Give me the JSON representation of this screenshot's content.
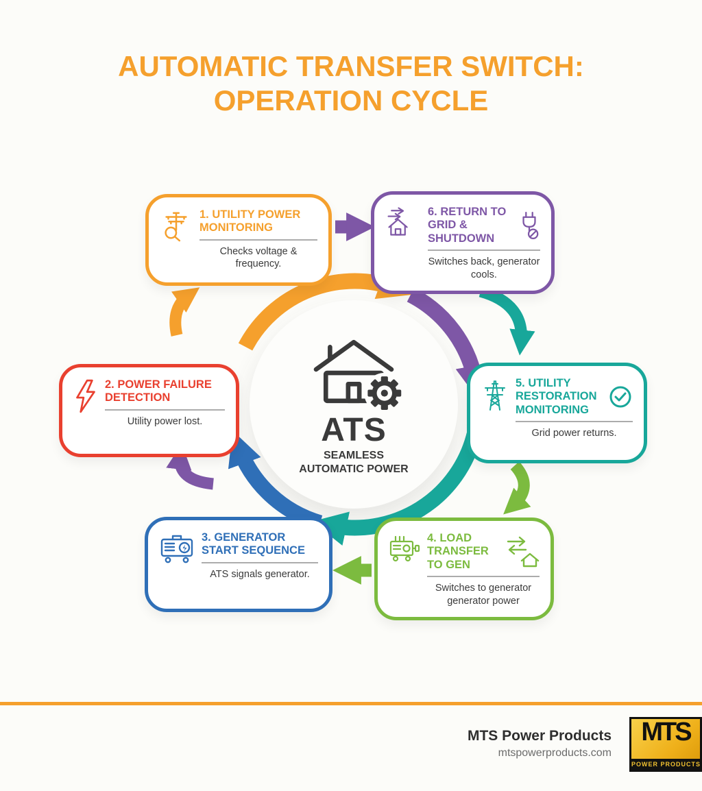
{
  "title": {
    "line1": "AUTOMATIC TRANSFER SWITCH:",
    "line2": "OPERATION CYCLE"
  },
  "center": {
    "abbr": "ATS",
    "tagline1": "SEAMLESS",
    "tagline2": "AUTOMATIC POWER",
    "icon": "house-gear-icon"
  },
  "steps": [
    {
      "title": "1. Utility Power Monitoring",
      "description": "Checks voltage & frequency.",
      "color": "#F5A02D",
      "icon": "utility-pole-magnifier-icon"
    },
    {
      "title": "2. Power Failure Detection",
      "description": "Utility power lost.",
      "color": "#E9402F",
      "icon": "lightning-bolt-icon"
    },
    {
      "title": "3. Generator Start Sequence",
      "description": "ATS signals generator.",
      "color": "#2F6FB7",
      "icon": "generator-icon"
    },
    {
      "title": "4. Load Transfer to Gen",
      "description": "Switches to generator generator power",
      "color": "#7CBB3F",
      "icon": "generator-plug-icon",
      "icon_right": "transfer-arrows-house-icon"
    },
    {
      "title": "5. Utility Restoration Monitoring",
      "description": "Grid power returns.",
      "color": "#18A79A",
      "icon": "transmission-tower-icon",
      "icon_right": "check-circle-icon"
    },
    {
      "title": "6. Return to Grid & Shutdown",
      "description": "Switches back, generator cools.",
      "color": "#7E57A6",
      "icon": "house-return-arrows-icon",
      "icon_right": "plug-off-icon"
    }
  ],
  "footer": {
    "company": "MTS Power Products",
    "website": "mtspowerproducts.com",
    "logo_text": "MTS",
    "logo_subtext": "POWER PRODUCTS",
    "divider_color": "#F5A02D"
  },
  "colors": {
    "orange": "#F5A02D",
    "red": "#E9402F",
    "blue": "#2F6FB7",
    "green": "#7CBB3F",
    "teal": "#18A79A",
    "purple": "#7E57A6",
    "text_dark": "#3A3A3A",
    "background": "#FCFCF9"
  }
}
